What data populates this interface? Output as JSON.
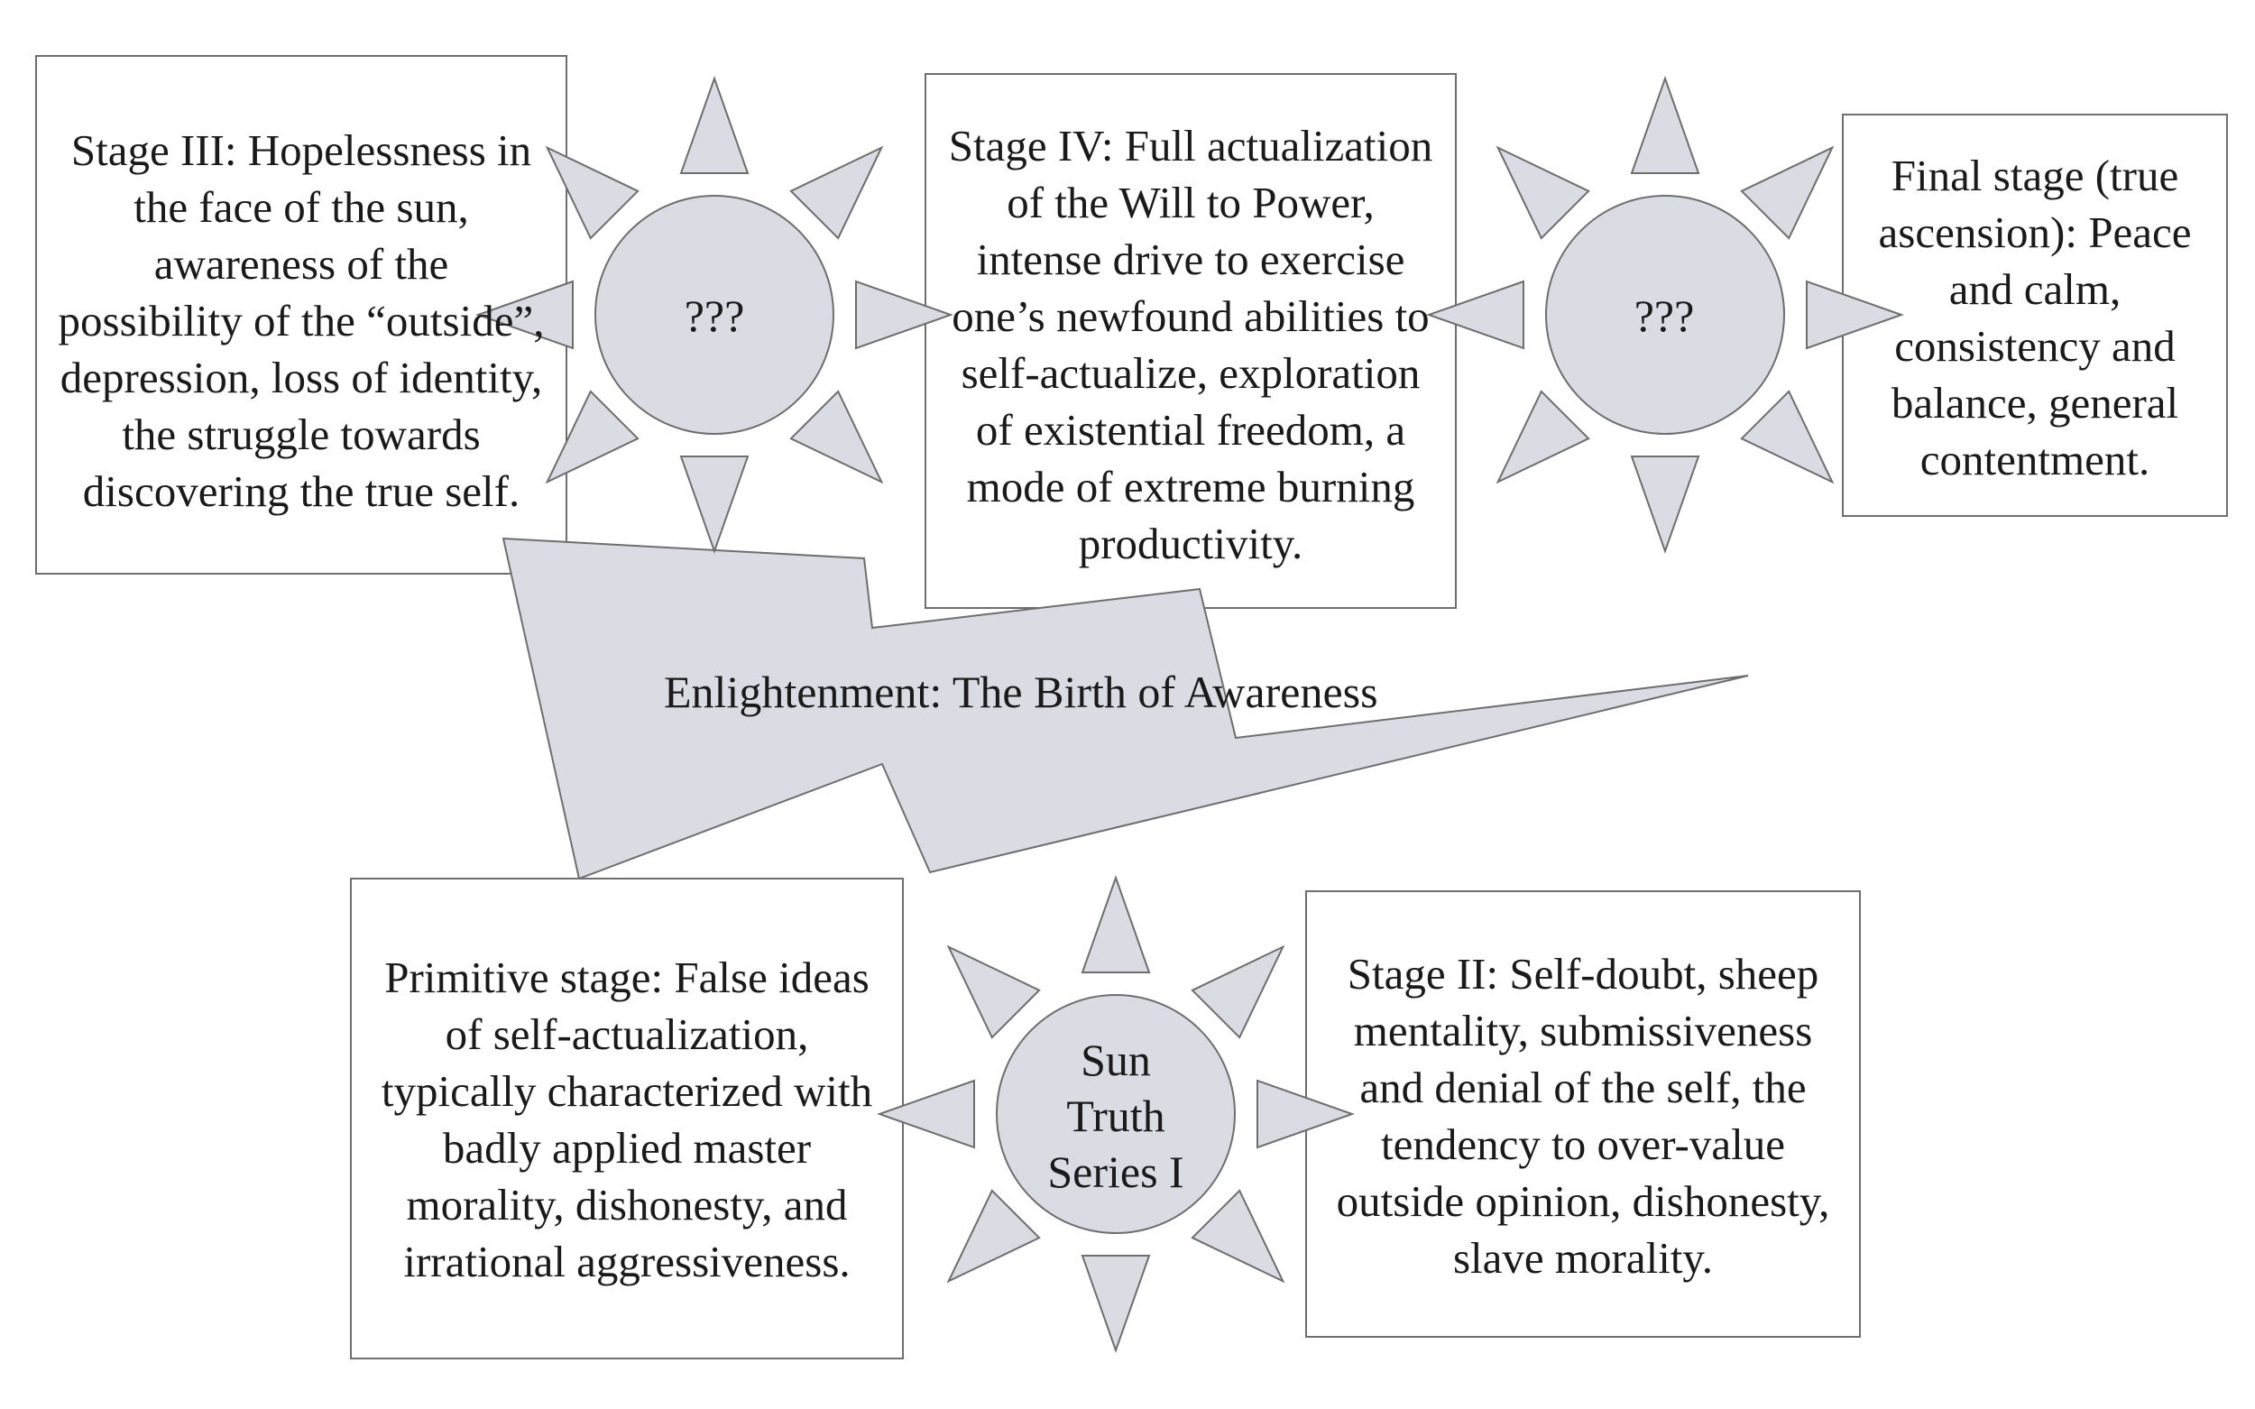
{
  "diagram": {
    "fill_color": "#d9dde3",
    "stroke_color": "#6e6e6e",
    "text_color": "#1a1a1a",
    "stages": {
      "stage3": {
        "lines": [
          "Stage III: Hopelessness in",
          "the face of the sun,",
          "awareness of the",
          "possibility of the “outside”,",
          "depression, loss of identity,",
          "the struggle towards",
          "discovering the true self."
        ]
      },
      "stage4": {
        "lines": [
          "Stage IV: Full actualization",
          "of the Will to Power,",
          "intense drive to exercise",
          "one’s newfound abilities to",
          "self-actualize, exploration",
          "of existential freedom, a",
          "mode of extreme burning",
          "productivity."
        ]
      },
      "final": {
        "lines": [
          "Final stage (true",
          "ascension): Peace",
          "and calm,",
          "consistency and",
          "balance, general",
          "contentment."
        ]
      },
      "primitive": {
        "lines": [
          "Primitive stage: False ideas",
          "of self-actualization,",
          "typically characterized with",
          "badly applied master",
          "morality, dishonesty, and",
          "irrational aggressiveness."
        ]
      },
      "stage2": {
        "lines": [
          "Stage II: Self-doubt, sheep",
          "mentality, submissiveness",
          "and denial of the self, the",
          "tendency to over-value",
          "outside opinion, dishonesty,",
          "slave morality."
        ]
      }
    },
    "suns": {
      "sun_left_top": {
        "lines": [
          "???"
        ]
      },
      "sun_right_top": {
        "lines": [
          "???"
        ]
      },
      "sun_bottom": {
        "lines": [
          "Sun",
          "Truth",
          "Series I"
        ]
      }
    },
    "bolt": {
      "label": "Enlightenment: The Birth of Awareness"
    }
  }
}
